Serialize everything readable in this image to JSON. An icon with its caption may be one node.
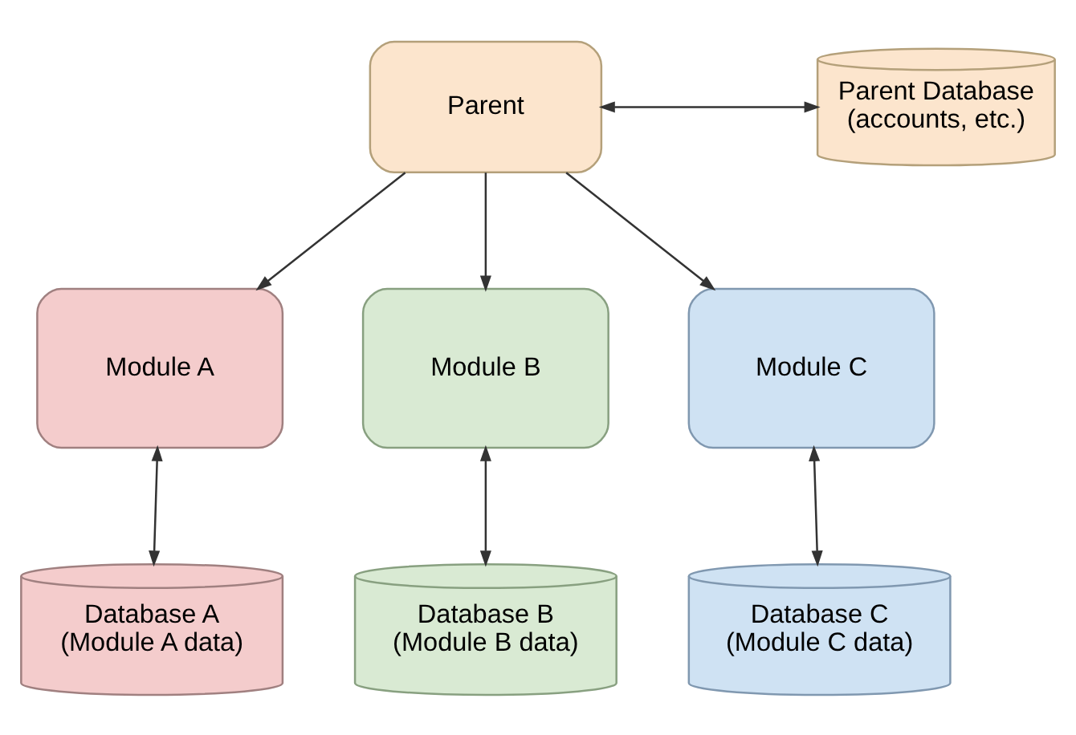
{
  "diagram": {
    "nodes": [
      {
        "text": [
          "Parent"
        ]
      },
      {
        "text": [
          "Parent Database (accounts, etc.)"
        ]
      },
      {
        "text": [
          "Module A"
        ]
      },
      {
        "text": [
          "Module B"
        ]
      },
      {
        "text": [
          "Module C"
        ]
      },
      {
        "text": [
          "Database A (Module A data)"
        ]
      },
      {
        "text": [
          "Database B (Module B data)"
        ]
      },
      {
        "text": [
          "Database C (Module C data)"
        ]
      }
    ],
    "edges": [
      {
        "from": 0,
        "to": 1,
        "arrow": "both"
      },
      {
        "from": 0,
        "to": 2,
        "arrow": "to"
      },
      {
        "from": 0,
        "to": 3,
        "arrow": "to"
      },
      {
        "from": 0,
        "to": 4,
        "arrow": "to"
      },
      {
        "from": 2,
        "to": 5,
        "arrow": "both"
      },
      {
        "from": 3,
        "to": 6,
        "arrow": "both"
      },
      {
        "from": 4,
        "to": 7,
        "arrow": "both"
      }
    ]
  }
}
